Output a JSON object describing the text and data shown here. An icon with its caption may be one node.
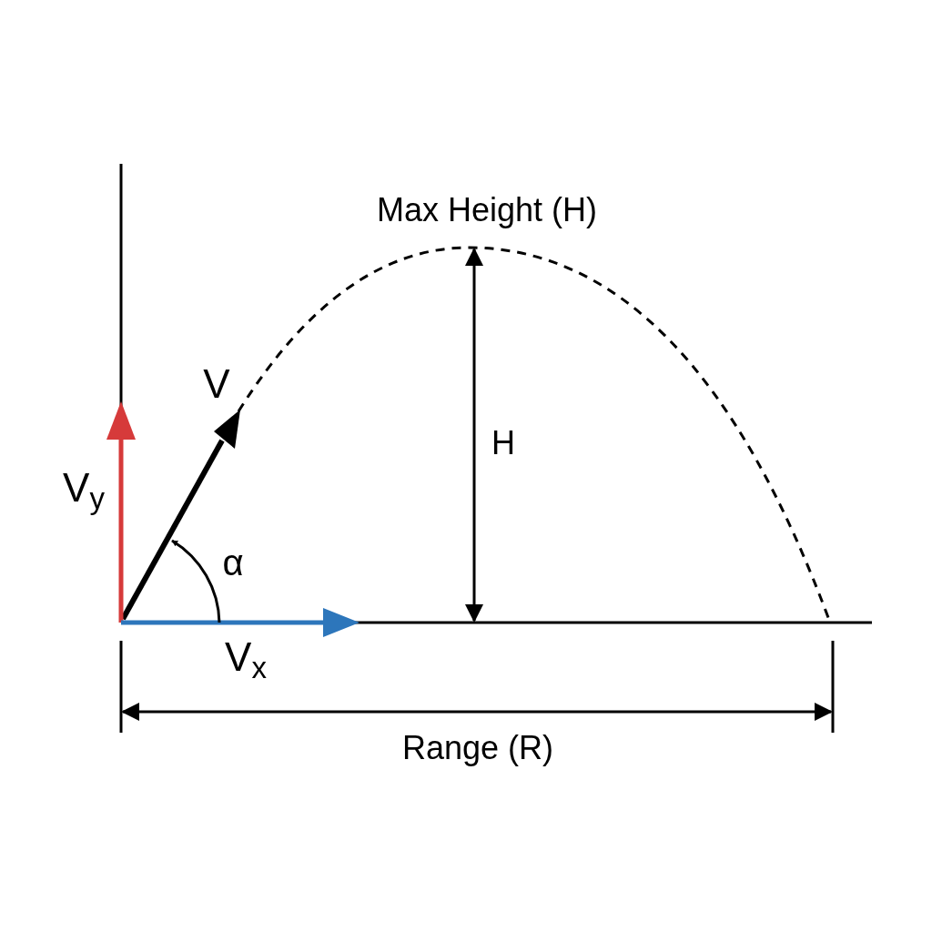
{
  "diagram": {
    "labels": [
      "Max Height (H)",
      "V",
      "H",
      "V$_{y}$",
      "α",
      "V$_{x}$",
      "Range (R)"
    ]
  }
}
